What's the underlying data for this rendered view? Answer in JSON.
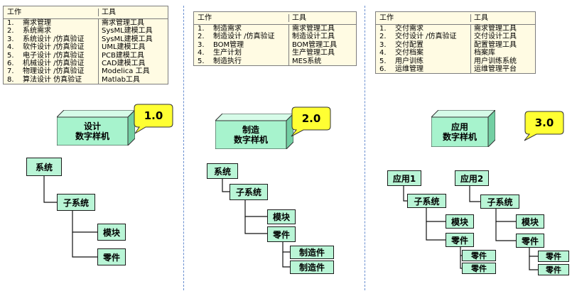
{
  "panels": [
    {
      "header": {
        "work": "工作",
        "tool": "工具"
      },
      "rows": [
        {
          "n": "1.",
          "work": "需求管理",
          "tool": "需求管理工具"
        },
        {
          "n": "2.",
          "work": "系统需求",
          "tool": "SysML建模工具"
        },
        {
          "n": "3.",
          "work": "系统设计 /仿真验证",
          "tool": "SysML建模工具"
        },
        {
          "n": "4.",
          "work": "软件设计 /仿真验证",
          "tool": "UML建模工具"
        },
        {
          "n": "5.",
          "work": "电子设计 /仿真验证",
          "tool": "PCB建模工具"
        },
        {
          "n": "6.",
          "work": "机械设计 /仿真验证",
          "tool": "CAD建模工具"
        },
        {
          "n": "7.",
          "work": "物理设计 /仿真验证",
          "tool": "Modelica 工具"
        },
        {
          "n": "8.",
          "work": "算法设计 仿真验证",
          "tool": "Matlab工具"
        }
      ],
      "prototype": {
        "line1": "设计",
        "line2": "数字样机"
      },
      "version": "1.0",
      "tree": {
        "a": "系统",
        "b": "子系统",
        "c": "模块",
        "d": "零件"
      }
    },
    {
      "header": {
        "work": "工作",
        "tool": "工具"
      },
      "rows": [
        {
          "n": "1.",
          "work": "制造需求",
          "tool": "需求管理工具"
        },
        {
          "n": "2.",
          "work": "制造设计 /仿真验证",
          "tool": "制造设计工具"
        },
        {
          "n": "3.",
          "work": "BOM管理",
          "tool": "BOM管理工具"
        },
        {
          "n": "4.",
          "work": "生产计划",
          "tool": "生产管理工具"
        },
        {
          "n": "5.",
          "work": "制造执行",
          "tool": "MES系统"
        }
      ],
      "prototype": {
        "line1": "制造",
        "line2": "数字样机"
      },
      "version": "2.0",
      "tree": {
        "a": "系统",
        "b": "子系统",
        "c": "模块",
        "d": "零件",
        "e1": "制造件",
        "e2": "制造件"
      }
    },
    {
      "header": {
        "work": "工作",
        "tool": "工具"
      },
      "rows": [
        {
          "n": "1.",
          "work": "交付需求",
          "tool": "需求管理工具"
        },
        {
          "n": "2.",
          "work": "交付设计 /仿真验证",
          "tool": "交付设计工具"
        },
        {
          "n": "3.",
          "work": "交付配置",
          "tool": "配置管理工具"
        },
        {
          "n": "4.",
          "work": "交付档案",
          "tool": "档案库"
        },
        {
          "n": "5.",
          "work": "用户训练",
          "tool": "用户训练系统"
        },
        {
          "n": "6.",
          "work": "运维管理",
          "tool": "运维管理平台"
        }
      ],
      "prototype": {
        "line1": "应用",
        "line2": "数字样机"
      },
      "version": "3.0",
      "tree1": {
        "a": "应用1",
        "b": "子系统",
        "c": "模块",
        "d": "零件",
        "e1": "零件",
        "e2": "零件"
      },
      "tree2": {
        "a": "应用2",
        "b": "子系统",
        "c": "模块",
        "d": "零件",
        "e1": "零件",
        "e2": "零件"
      }
    }
  ],
  "colors": {
    "node_fill": "#b9f5d6",
    "box_front": "#a7f3cd",
    "box_top": "#d6fbe8",
    "box_side": "#73cfa3",
    "callout": "#ffff33",
    "table_bg": "#fffbe3"
  }
}
